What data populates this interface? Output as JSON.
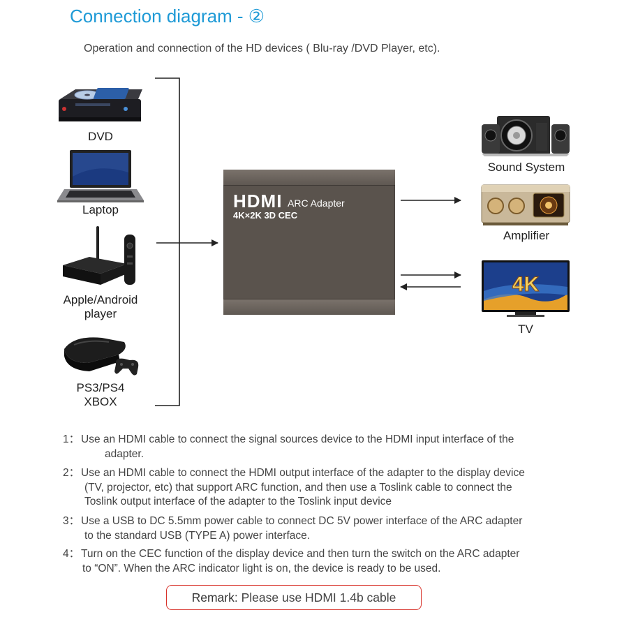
{
  "title": "Connection diagram - ②",
  "subtitle": "Operation and connection of the HD devices ( Blu-ray /DVD Player, etc).",
  "sources": [
    {
      "label": "DVD",
      "icon": "dvd-player-icon"
    },
    {
      "label": "Laptop",
      "icon": "laptop-icon"
    },
    {
      "label": "Apple/Android",
      "label2": "player",
      "icon": "android-box-icon"
    },
    {
      "label": "PS3/PS4",
      "label2": "XBOX",
      "icon": "game-console-icon"
    }
  ],
  "adapter": {
    "brand": "HDMI",
    "model": "ARC Adapter",
    "spec": "4K×2K 3D CEC",
    "body_color": "#5a534d"
  },
  "outputs": [
    {
      "label": "Sound System",
      "icon": "speaker-icon"
    },
    {
      "label": "Amplifier",
      "icon": "amplifier-icon"
    },
    {
      "label": "TV",
      "icon": "tv-icon",
      "screen_text": "4K"
    }
  ],
  "steps": [
    {
      "num": "1：",
      "text": "Use an HDMI cable to connect the signal sources device to the HDMI input interface of the",
      "text2": "adapter."
    },
    {
      "num": "2：",
      "text": "Use an HDMI cable to connect the HDMI output interface of the adapter to the display device",
      "text2": "(TV, projector, etc) that support ARC function, and then use a Toslink cable to connect the",
      "text3": "Toslink output interface of the adapter to the Toslink input device"
    },
    {
      "num": "3：",
      "text": "Use a USB to DC 5.5mm power cable to connect DC 5V power interface of the ARC adapter",
      "text2": "to the standard USB (TYPE A) power interface."
    },
    {
      "num": "4：",
      "text": "Turn on the CEC function of the display device and then turn the switch on the ARC adapter",
      "text2": "to “ON”. When the ARC indicator light is on, the device is ready to be used."
    }
  ],
  "remark": {
    "label": "Remark:",
    "text": "Please use HDMI 1.4b cable"
  },
  "colors": {
    "title": "#1e9ad6",
    "remark_border": "#d8322a",
    "line": "#222222"
  }
}
